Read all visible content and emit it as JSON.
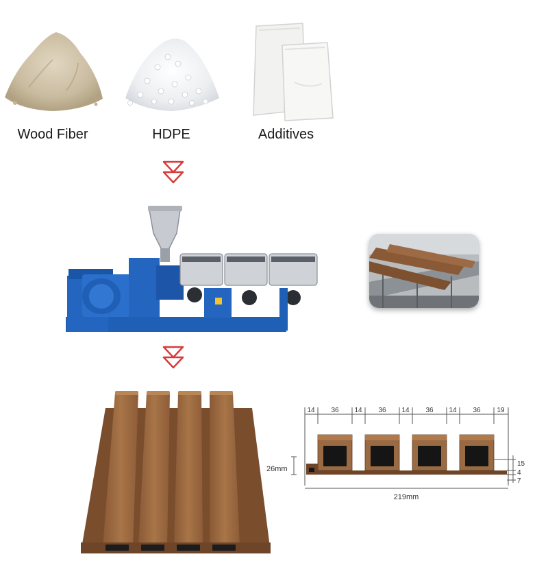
{
  "materials": [
    {
      "label": "Wood Fiber",
      "icon": "wood-fiber-powder-icon"
    },
    {
      "label": "HDPE",
      "icon": "hdpe-pellets-icon"
    },
    {
      "label": "Additives",
      "icon": "additives-bags-icon"
    }
  ],
  "colors": {
    "arrow": "#d93a3a",
    "machine_blue": "#1f5fb6",
    "wood_brown": "#9a6a43",
    "wood_dark": "#6e4528"
  },
  "profile_drawing": {
    "top_dims": [
      "14",
      "36",
      "14",
      "36",
      "14",
      "36",
      "14",
      "36",
      "19"
    ],
    "height_label": "26mm",
    "width_label": "219mm",
    "side_dims": [
      "15",
      "4",
      "7"
    ]
  }
}
